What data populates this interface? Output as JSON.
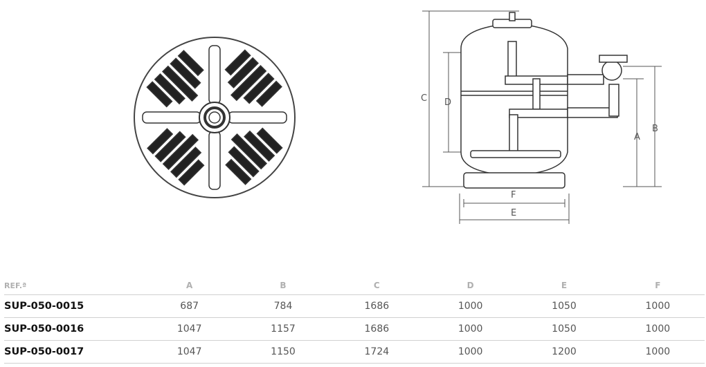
{
  "figure": {
    "top_view": {
      "description_icon": "filter-laterals-top-view"
    },
    "side_view": {
      "dims": {
        "A": "A",
        "B": "B",
        "C": "C",
        "D": "D",
        "E": "E",
        "F": "F"
      }
    }
  },
  "table": {
    "headers": [
      "REF.ª",
      "A",
      "B",
      "C",
      "D",
      "E",
      "F"
    ],
    "rows": [
      [
        "SUP-050-0015",
        "687",
        "784",
        "1686",
        "1000",
        "1050",
        "1000"
      ],
      [
        "SUP-050-0016",
        "1047",
        "1157",
        "1686",
        "1000",
        "1050",
        "1000"
      ],
      [
        "SUP-050-0017",
        "1047",
        "1150",
        "1724",
        "1000",
        "1200",
        "1000"
      ]
    ]
  }
}
